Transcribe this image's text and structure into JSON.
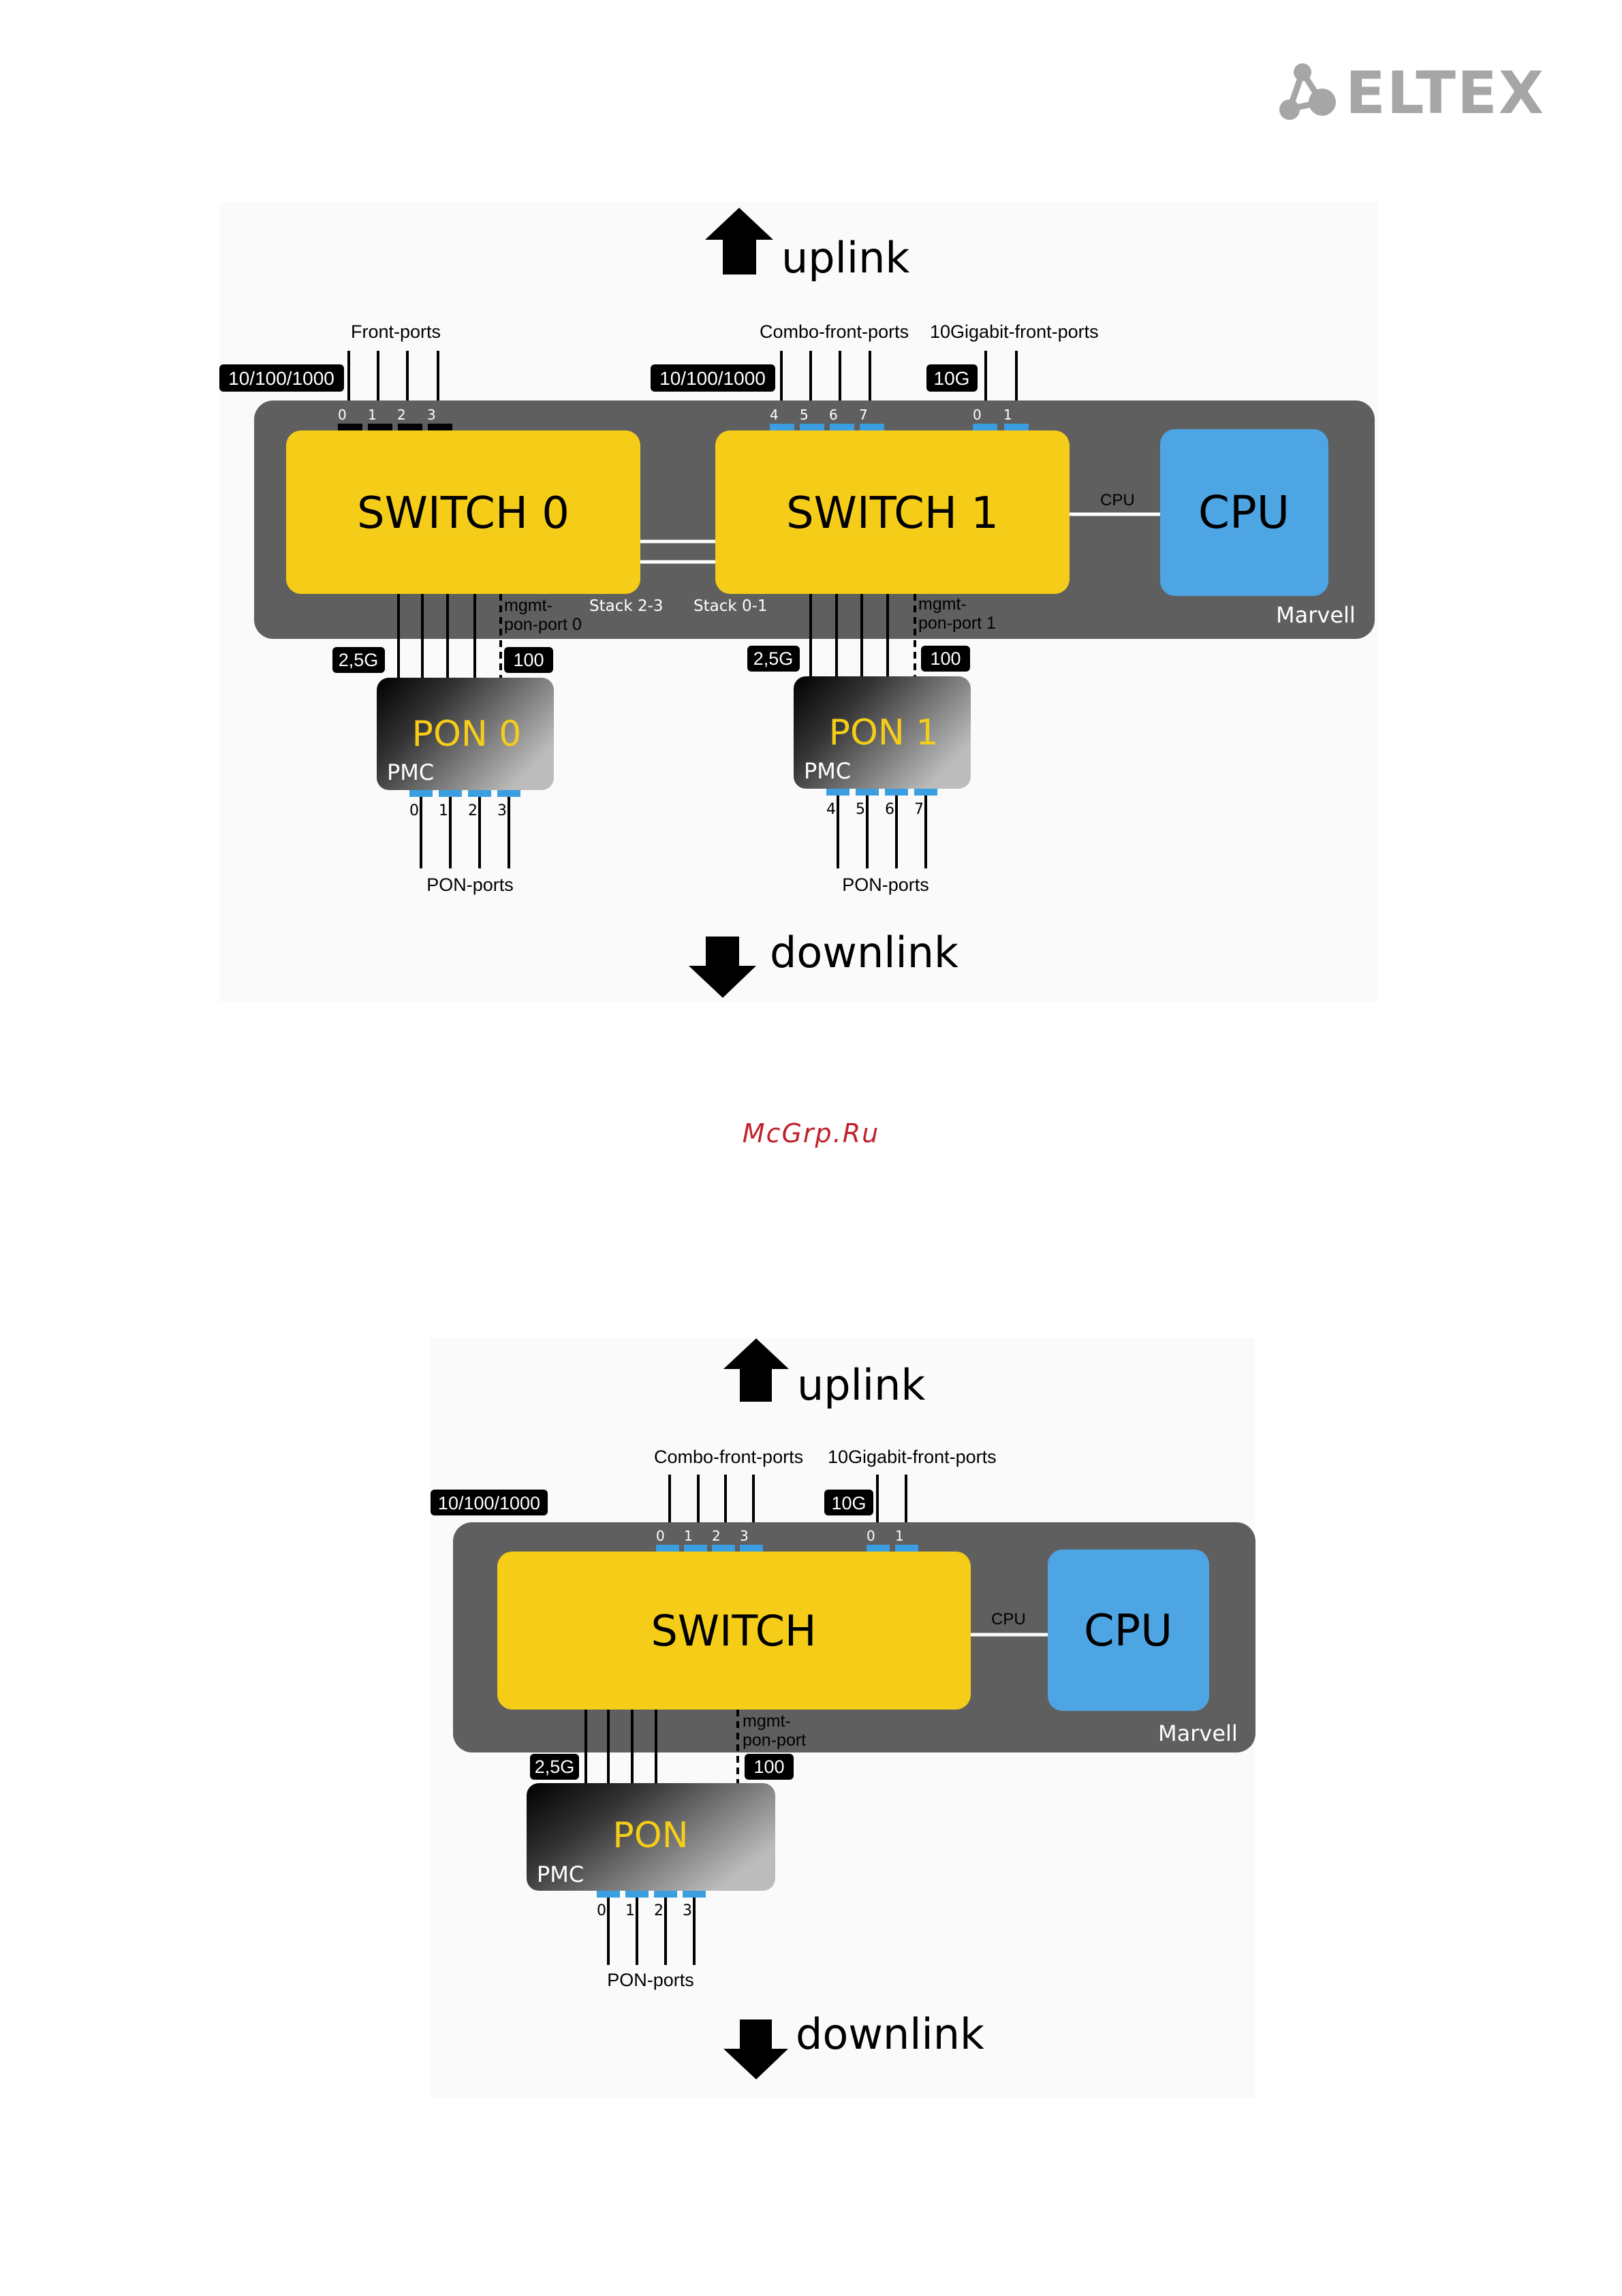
{
  "brand": {
    "logo_text": "ELTEX",
    "logo_color": "#a6a6a6"
  },
  "colors": {
    "board": "#5f5f5f",
    "switch": "#f5cd19",
    "cpu": "#4ea5e3",
    "port_blue": "#3a9ee0",
    "pon_text": "#f5cd19",
    "watermark": "#c0222b"
  },
  "watermark": "McGrp.Ru",
  "diagram1": {
    "uplink": "uplink",
    "downlink": "downlink",
    "front_ports_label": "Front-ports",
    "combo_label": "Combo-front-ports",
    "tengig_label": "10Gigabit-front-ports",
    "speed_left": "10/100/1000",
    "speed_mid": "10/100/1000",
    "speed_10g": "10G",
    "switch0": "SWITCH 0",
    "switch1": "SWITCH 1",
    "cpu": "CPU",
    "cpu_link": "CPU",
    "marvell": "Marvell",
    "stack23": "Stack 2-3",
    "stack01": "Stack 0-1",
    "mgmt0_line1": "mgmt-",
    "mgmt0_line2": "pon-port 0",
    "mgmt1_line1": "mgmt-",
    "mgmt1_line2": "pon-port 1",
    "pon0_25g": "2,5G",
    "pon0_100": "100",
    "pon1_25g": "2,5G",
    "pon1_100": "100",
    "pon0": "PON 0",
    "pon1": "PON 1",
    "pmc0": "PMC",
    "pmc1": "PMC",
    "pon_ports_0": "PON-ports",
    "pon_ports_1": "PON-ports",
    "front_port_nums": [
      "0",
      "1",
      "2",
      "3"
    ],
    "combo_port_nums": [
      "4",
      "5",
      "6",
      "7"
    ],
    "tengig_port_nums": [
      "0",
      "1"
    ],
    "pon0_port_nums": [
      "0",
      "1",
      "2",
      "3"
    ],
    "pon1_port_nums": [
      "4",
      "5",
      "6",
      "7"
    ]
  },
  "diagram2": {
    "uplink": "uplink",
    "downlink": "downlink",
    "combo_label": "Combo-front-ports",
    "tengig_label": "10Gigabit-front-ports",
    "speed_left": "10/100/1000",
    "speed_10g": "10G",
    "switch": "SWITCH",
    "cpu": "CPU",
    "cpu_link": "CPU",
    "marvell": "Marvell",
    "mgmt_line1": "mgmt-",
    "mgmt_line2": "pon-port",
    "pon_25g": "2,5G",
    "pon_100": "100",
    "pon": "PON",
    "pmc": "PMC",
    "pon_ports": "PON-ports",
    "combo_port_nums": [
      "0",
      "1",
      "2",
      "3"
    ],
    "tengig_port_nums": [
      "0",
      "1"
    ],
    "pon_port_nums": [
      "0",
      "1",
      "2",
      "3"
    ]
  }
}
